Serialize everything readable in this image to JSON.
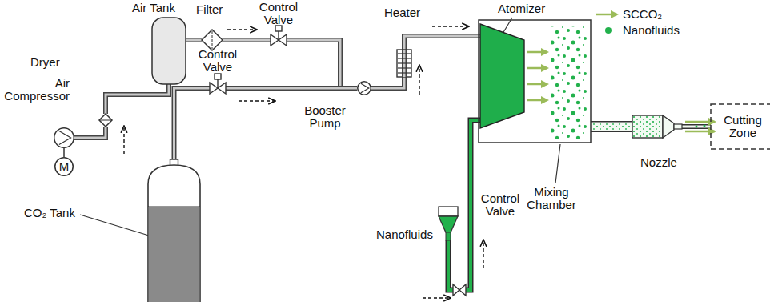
{
  "diagram": {
    "nodes": [
      {
        "text": [
          "Air Tank"
        ]
      },
      {
        "text": [
          "Filter"
        ]
      },
      {
        "text": [
          "Control Valve"
        ]
      },
      {
        "text": [
          "Heater"
        ]
      },
      {
        "text": [
          "Mixing Chamber"
        ]
      },
      {
        "text": [
          "Atomizer"
        ],
        "in": 4
      },
      {
        "text": [
          "Dryer"
        ]
      },
      {
        "text": [
          "Air Compressor"
        ]
      },
      {
        "text": [
          "M"
        ]
      },
      {
        "text": [
          "Booster Pump"
        ]
      },
      {
        "text": [
          "Control Valve"
        ]
      },
      {
        "text": [
          "CO₂ Tank"
        ]
      },
      {
        "text": [
          "Nanofluids"
        ]
      },
      {
        "text": [
          "Control Valve"
        ]
      },
      {
        "text": [
          "Nozzle"
        ]
      },
      {
        "text": [
          "Cutting Zone"
        ]
      }
    ],
    "edges": [
      {
        "from": 8,
        "to": 7,
        "arrow": "none"
      },
      {
        "from": 7,
        "to": 6,
        "arrow": "none"
      },
      {
        "from": 6,
        "to": 0,
        "arrow": "none"
      },
      {
        "from": 0,
        "to": 1,
        "arrow": "none"
      },
      {
        "from": 1,
        "to": 2,
        "arrow": "none"
      },
      {
        "from": 2,
        "to": 9,
        "arrow": "none"
      },
      {
        "from": 11,
        "to": 10,
        "arrow": "none"
      },
      {
        "from": 10,
        "to": 9,
        "arrow": "none"
      },
      {
        "from": 9,
        "to": 3,
        "arrow": "none"
      },
      {
        "from": 3,
        "to": 5,
        "arrow": "none"
      },
      {
        "from": 12,
        "to": 13,
        "arrow": "none"
      },
      {
        "from": 13,
        "to": 5,
        "arrow": "none"
      },
      {
        "from": 4,
        "to": 14,
        "arrow": "none"
      },
      {
        "from": 14,
        "to": 15,
        "arrow": "none"
      }
    ],
    "legend": [
      {
        "text": "SCCO₂"
      },
      {
        "text": "Nanofluids"
      }
    ]
  }
}
